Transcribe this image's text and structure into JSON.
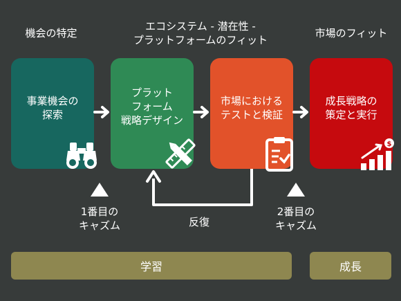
{
  "stages": {
    "opportunity": "機会の特定",
    "ecosystem_line1": "エコシステム - 潜在性 -",
    "ecosystem_line2": "プラットフォームのフィット",
    "market": "市場のフィット"
  },
  "boxes": [
    {
      "lines": [
        "事業機会の",
        "探索"
      ],
      "color": "#17675f",
      "icon": "binoculars-icon"
    },
    {
      "lines": [
        "プラット",
        "フォーム",
        "戦略デザイン"
      ],
      "color": "#2f8a55",
      "icon": "pencil-ruler-icon"
    },
    {
      "lines": [
        "市場における",
        "テストと検証"
      ],
      "color": "#e2522a",
      "icon": "clipboard-check-icon"
    },
    {
      "lines": [
        "成長戦略の",
        "策定と実行"
      ],
      "color": "#c60a0e",
      "icon": "growth-chart-icon"
    }
  ],
  "chasm1": [
    "1番目の",
    "キャズム"
  ],
  "chasm2": [
    "2番目の",
    "キャズム"
  ],
  "loop_label": "反復",
  "bars": {
    "learning": "学習",
    "growth": "成長"
  }
}
